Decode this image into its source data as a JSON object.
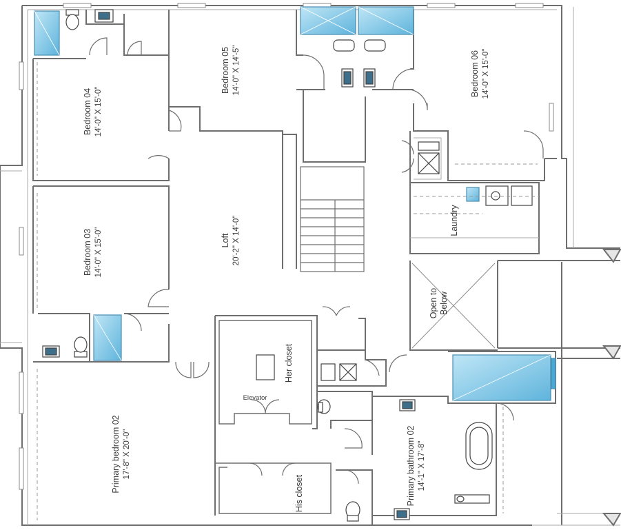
{
  "rooms": {
    "bedroom04": {
      "name": "Bedroom 04",
      "dims": "14'-0\" X 15'-0\""
    },
    "bedroom05": {
      "name": "Bedroom 05",
      "dims": "14'-0\" X 14'-5\""
    },
    "bedroom06": {
      "name": "Bedroom 06",
      "dims": "14'-0\" X 15'-0\""
    },
    "bedroom03": {
      "name": "Bedroom 03",
      "dims": "14'-0\" X 15'-0\""
    },
    "loft": {
      "name": "Loft",
      "dims": "20'-2\" X 14'-0\""
    },
    "laundry": {
      "name": "Laundry"
    },
    "open_to_below": {
      "line1": "Open to",
      "line2": "Below"
    },
    "her_closet": {
      "name": "Her closet"
    },
    "elevator": {
      "name": "Elevator"
    },
    "primary_bedroom": {
      "name": "Primary bedroom 02",
      "dims": "17'-8\" X 20'-0\""
    },
    "primary_bathroom": {
      "name": "Primary bathroom 02",
      "dims": "14'-1\" X 17'-8\""
    },
    "his_closet": {
      "name": "His closet"
    }
  },
  "colors": {
    "wall": "#6e6e6e",
    "wall_light": "#a8a8a8",
    "water": "#8fd0ec",
    "water_dark": "#4aa8d4",
    "fixture": "#444444"
  }
}
